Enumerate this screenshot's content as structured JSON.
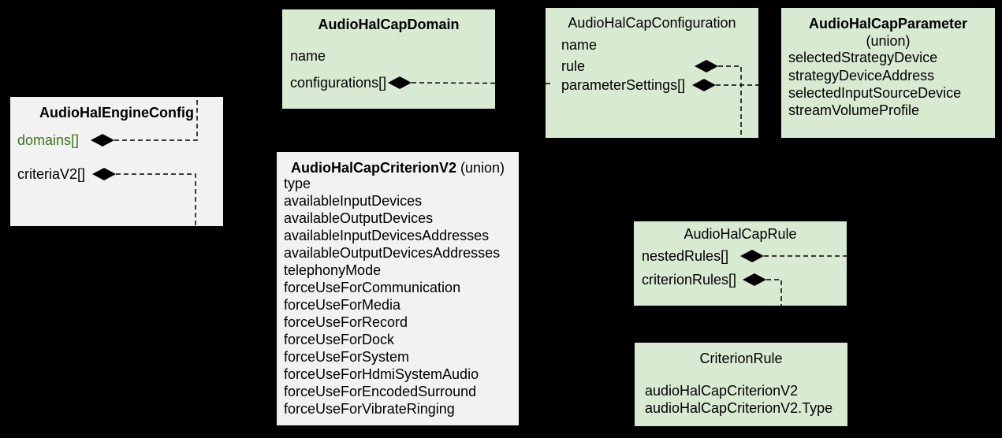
{
  "colors": {
    "background": "#000000",
    "green_box": "#d9ead3",
    "gray_box": "#f2f2f2",
    "text": "#000000",
    "domains_field_text": "#38761d",
    "connector": "#000000"
  },
  "icons": {
    "composition-diamond": "◆"
  },
  "boxes": {
    "engine": {
      "title": "AudioHalEngineConfig",
      "fields": [
        "domains[]",
        "criteriaV2[]"
      ]
    },
    "domain": {
      "title": "AudioHalCapDomain",
      "fields": [
        "name",
        "configurations[]"
      ]
    },
    "configuration": {
      "title": "AudioHalCapConfiguration",
      "fields": [
        "name",
        "rule",
        "parameterSettings[]"
      ]
    },
    "parameter": {
      "title": "AudioHalCapParameter",
      "subtitle": "(union)",
      "fields": [
        "selectedStrategyDevice",
        "strategyDeviceAddress",
        "selectedInputSourceDevice",
        "streamVolumeProfile"
      ]
    },
    "criterionV2": {
      "title": "AudioHalCapCriterionV2",
      "title_suffix": "(union)",
      "fields": [
        "type",
        "availableInputDevices",
        "availableOutputDevices",
        "availableInputDevicesAddresses",
        "availableOutputDevicesAddresses",
        "telephonyMode",
        "forceUseForCommunication",
        "forceUseForMedia",
        "forceUseForRecord",
        "forceUseForDock",
        "forceUseForSystem",
        "forceUseForHdmiSystemAudio",
        "forceUseForEncodedSurround",
        "forceUseForVibrateRinging"
      ]
    },
    "rule": {
      "title": "AudioHalCapRule",
      "fields": [
        "nestedRules[]",
        "criterionRules[]"
      ]
    },
    "criterionRule": {
      "title": "CriterionRule",
      "fields": [
        "audioHalCapCriterionV2",
        "audioHalCapCriterionV2.Type"
      ]
    }
  }
}
